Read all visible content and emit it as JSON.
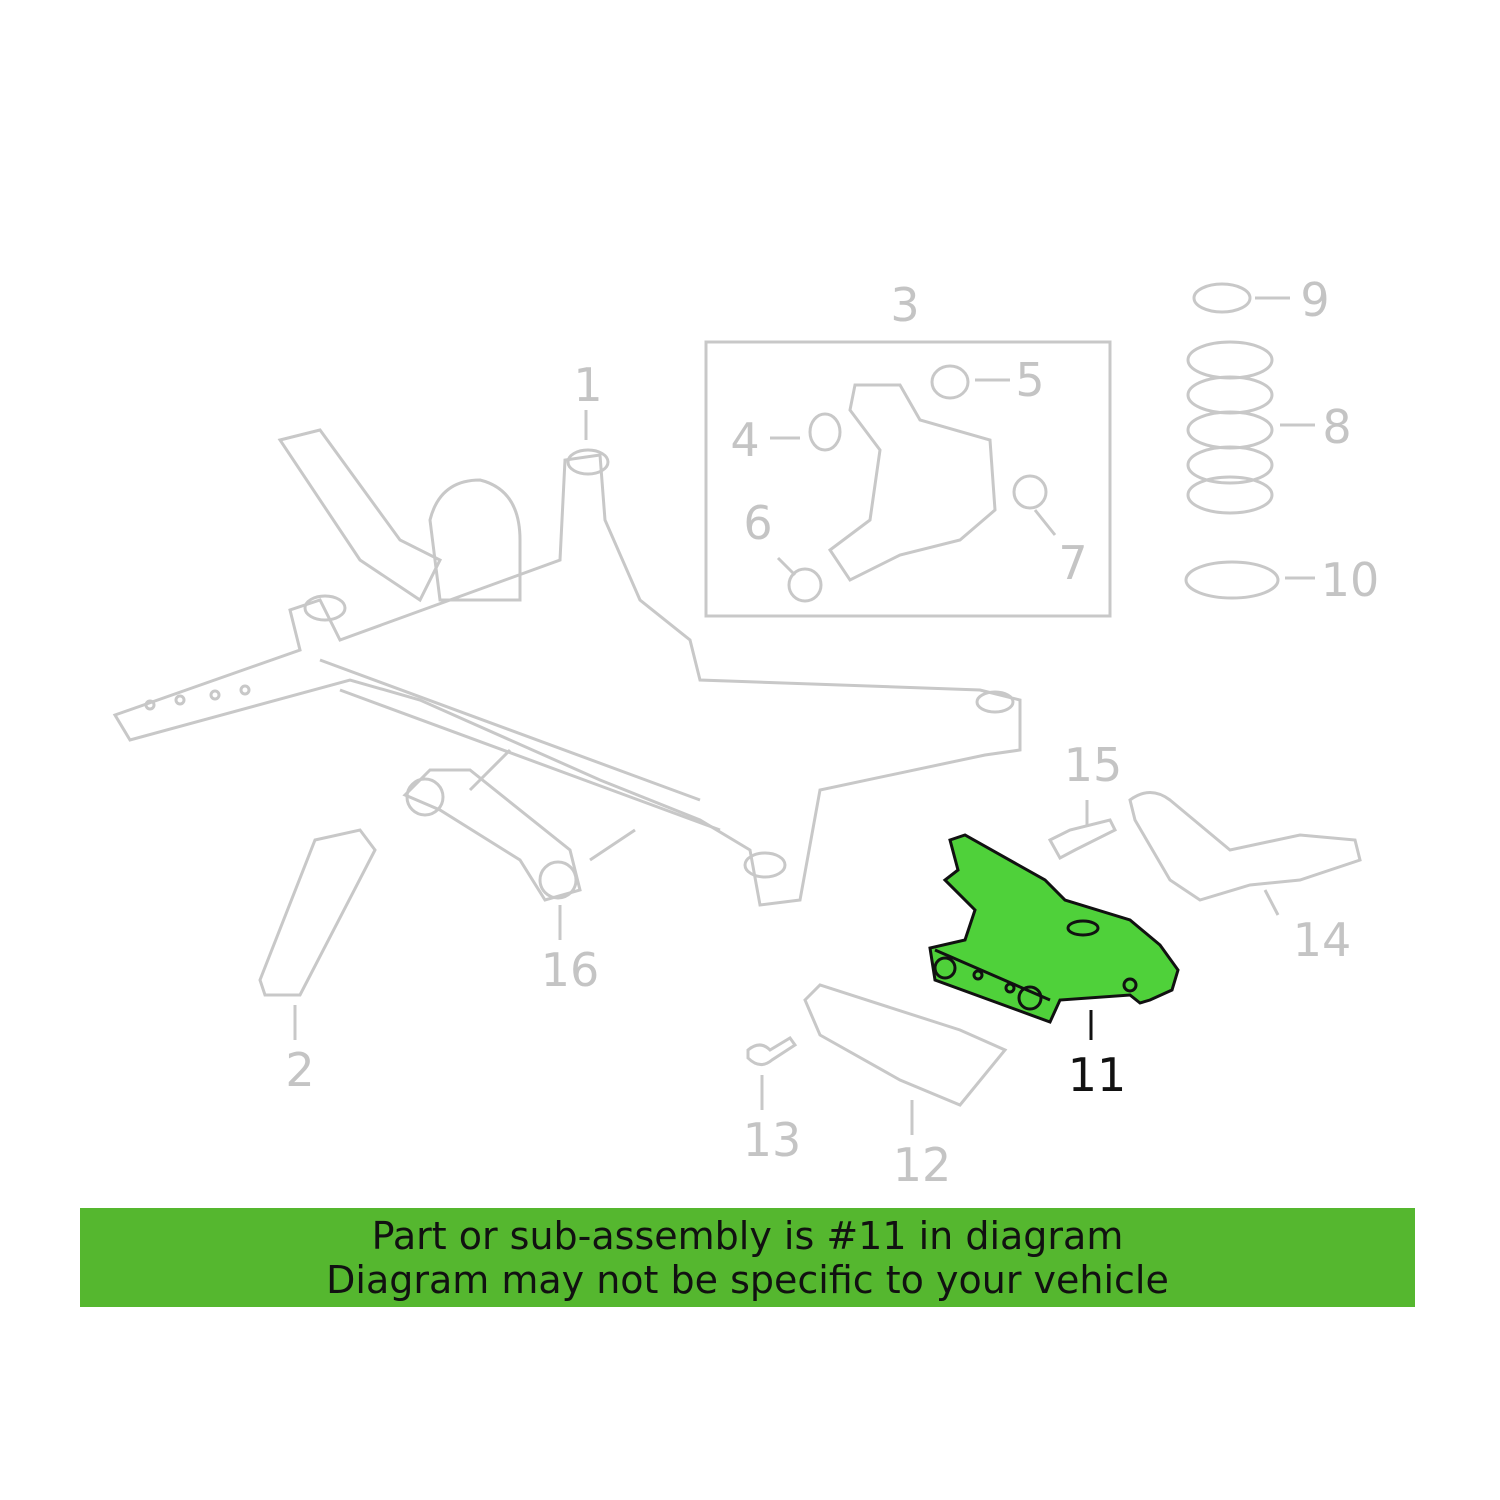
{
  "diagram": {
    "highlighted_part": "11",
    "highlight_color": "#4fd13a",
    "outline_color": "#c8c8c8",
    "callouts": {
      "1": "1",
      "2": "2",
      "3": "3",
      "4": "4",
      "5": "5",
      "6": "6",
      "7": "7",
      "8": "8",
      "9": "9",
      "10": "10",
      "11": "11",
      "12": "12",
      "13": "13",
      "14": "14",
      "15": "15",
      "16": "16"
    }
  },
  "banner": {
    "color": "#55b72f",
    "line1": "Part or sub-assembly is #11 in diagram",
    "line2": "Diagram may not be specific to your vehicle"
  }
}
